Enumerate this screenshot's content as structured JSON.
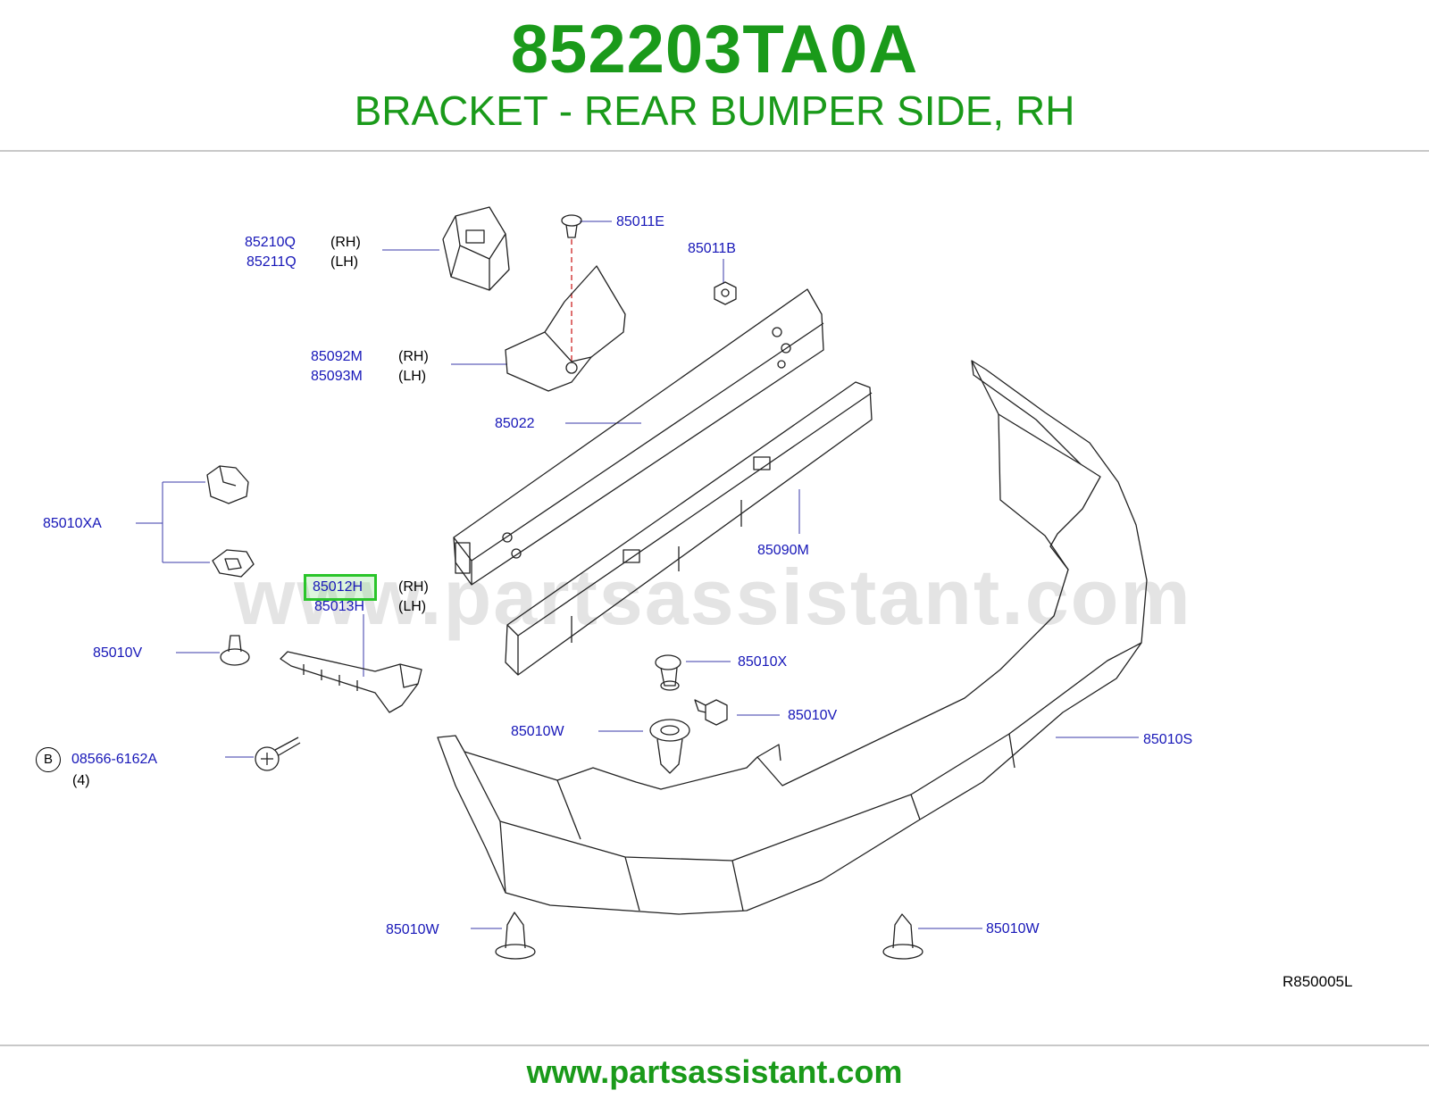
{
  "header": {
    "part_number": "852203TA0A",
    "description": "BRACKET - REAR BUMPER SIDE, RH"
  },
  "watermark": "www.partsassistant.com",
  "labels": {
    "p85210Q": "85210Q",
    "p85211Q": "85211Q",
    "p85210Q_side": "(RH)",
    "p85211Q_side": "(LH)",
    "p85011E": "85011E",
    "p85011B": "85011B",
    "p85092M": "85092M",
    "p85093M": "85093M",
    "p85092M_side": "(RH)",
    "p85093M_side": "(LH)",
    "p85022": "85022",
    "p85010XA": "85010XA",
    "p85012H": "85012H",
    "p85013H": "85013H",
    "p85012H_side": "(RH)",
    "p85013H_side": "(LH)",
    "p85090M": "85090M",
    "p85010V_left": "85010V",
    "p85010X": "85010X",
    "p85010V_right": "85010V",
    "p85010W_mid": "85010W",
    "p85010S": "85010S",
    "callout_b": "B",
    "p08566": "08566-6162A",
    "p08566_qty": "(4)",
    "p85010W_bottom_left": "85010W",
    "p85010W_bottom_right": "85010W",
    "diagram_ref": "R850005L"
  },
  "highlighted_part": "85012H",
  "colors": {
    "brand_green": "#1a9a1a",
    "label_blue": "#1717b8",
    "highlight": "#2ac52a"
  },
  "footer": "www.partsassistant.com"
}
